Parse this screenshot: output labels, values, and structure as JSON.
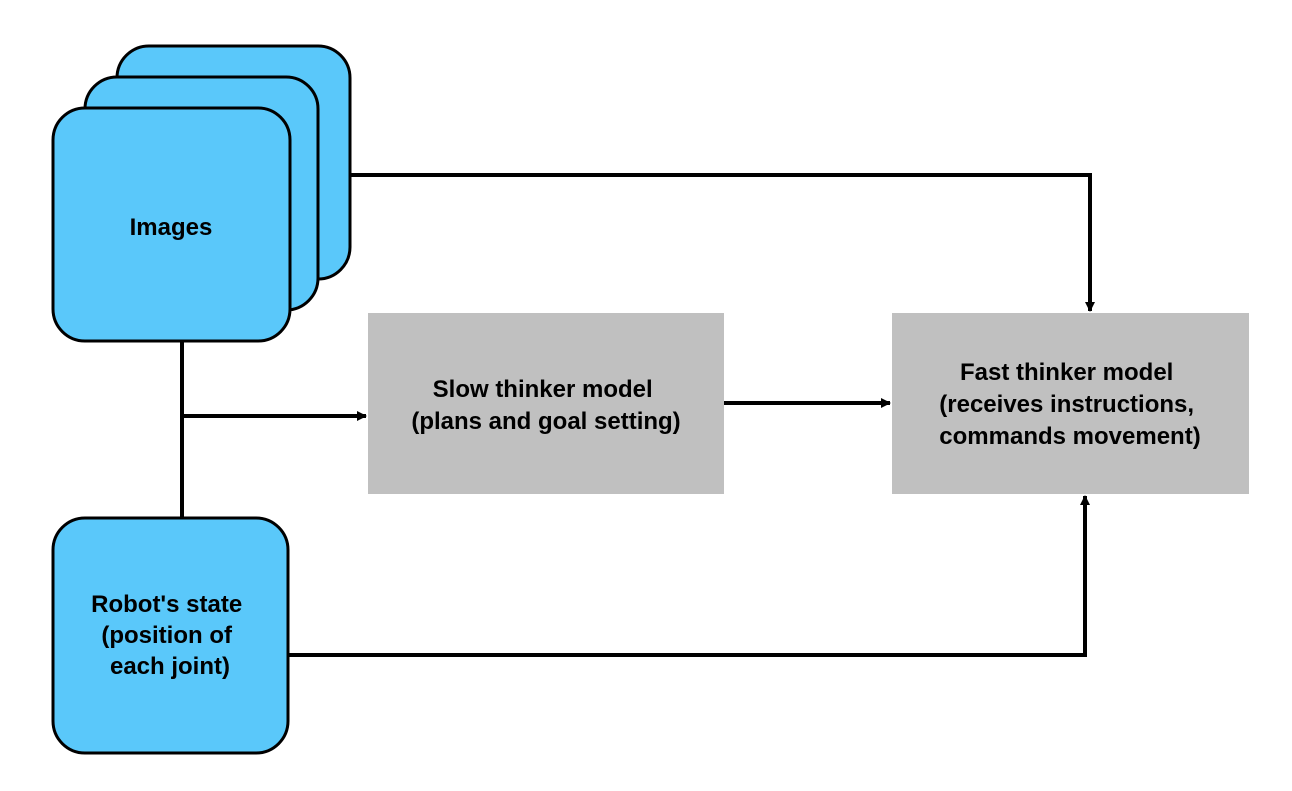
{
  "nodes": {
    "images": {
      "label": "Images"
    },
    "robot_state": {
      "lines": [
        "Robot's state",
        "(position of",
        "each joint)"
      ]
    },
    "slow_thinker": {
      "lines": [
        "Slow thinker model",
        "(plans and goal setting)"
      ]
    },
    "fast_thinker": {
      "lines": [
        "Fast thinker model",
        "(receives instructions,",
        "commands movement)"
      ]
    }
  },
  "colors": {
    "input_fill": "#5ac8fa",
    "model_fill": "#c0c0c0",
    "stroke": "#000000",
    "text": "#000000"
  }
}
